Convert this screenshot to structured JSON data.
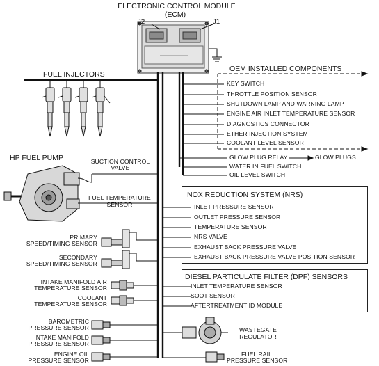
{
  "ecm": {
    "title_line1": "ELECTRONIC CONTROL MODULE",
    "title_line2": "(ECM)",
    "connector_left": "J2",
    "connector_right": "J1"
  },
  "fuel_injectors": {
    "title": "FUEL INJECTORS"
  },
  "oem": {
    "title": "OEM INSTALLED COMPONENTS",
    "items": [
      "KEY SWITCH",
      "THROTTLE POSITION SENSOR",
      "SHUTDOWN LAMP AND WARNING LAMP",
      "ENGINE AIR INLET TEMPERATURE SENSOR",
      "DIAGNOSTICS CONNECTOR",
      "ETHER INJECTION SYSTEM",
      "COOLANT LEVEL SENSOR"
    ],
    "glow_plug_relay": "GLOW PLUG RELAY",
    "glow_plugs": "GLOW PLUGS",
    "water_in_fuel": "WATER IN FUEL SWITCH",
    "oil_level": "OIL LEVEL SWITCH"
  },
  "hp_pump": {
    "title": "HP FUEL PUMP",
    "suction_line1": "SUCTION CONTROL",
    "suction_line2": "VALVE",
    "fuel_temp_line1": "FUEL TEMPERATURE",
    "fuel_temp_line2": "SENSOR"
  },
  "nrs": {
    "title": "NOX REDUCTION SYSTEM (NRS)",
    "items": [
      "INLET PRESSURE SENSOR",
      "OUTLET PRESSURE SENSOR",
      "TEMPERATURE SENSOR",
      "NRS VALVE",
      "EXHAUST BACK PRESSURE VALVE",
      "EXHAUST BACK PRESSURE VALVE POSITION SENSOR"
    ]
  },
  "dpf": {
    "title": "DIESEL PARTICULATE FILTER (DPF) SENSORS",
    "items": [
      "INLET TEMPERATURE SENSOR",
      "SOOT SENSOR",
      "AFTERTREATMENT ID MODULE"
    ]
  },
  "left_sensors": {
    "primary_line1": "PRIMARY",
    "primary_line2": "SPEED/TIMING SENSOR",
    "secondary_line1": "SECONDARY",
    "secondary_line2": "SPEED/TIMING SENSOR",
    "imat_line1": "INTAKE MANIFOLD AIR",
    "imat_line2": "TEMPERATURE SENSOR",
    "coolant_line1": "COOLANT",
    "coolant_line2": "TEMPERATURE SENSOR",
    "baro_line1": "BAROMETRIC",
    "baro_line2": "PRESSURE SENSOR",
    "imap_line1": "INTAKE MANIFOLD",
    "imap_line2": "PRESSURE SENSOR",
    "oil_line1": "ENGINE OIL",
    "oil_line2": "PRESSURE SENSOR"
  },
  "wastegate": {
    "line1": "WASTEGATE",
    "line2": "REGULATOR"
  },
  "fuel_rail": {
    "line1": "FUEL RAIL",
    "line2": "PRESSURE SENSOR"
  }
}
